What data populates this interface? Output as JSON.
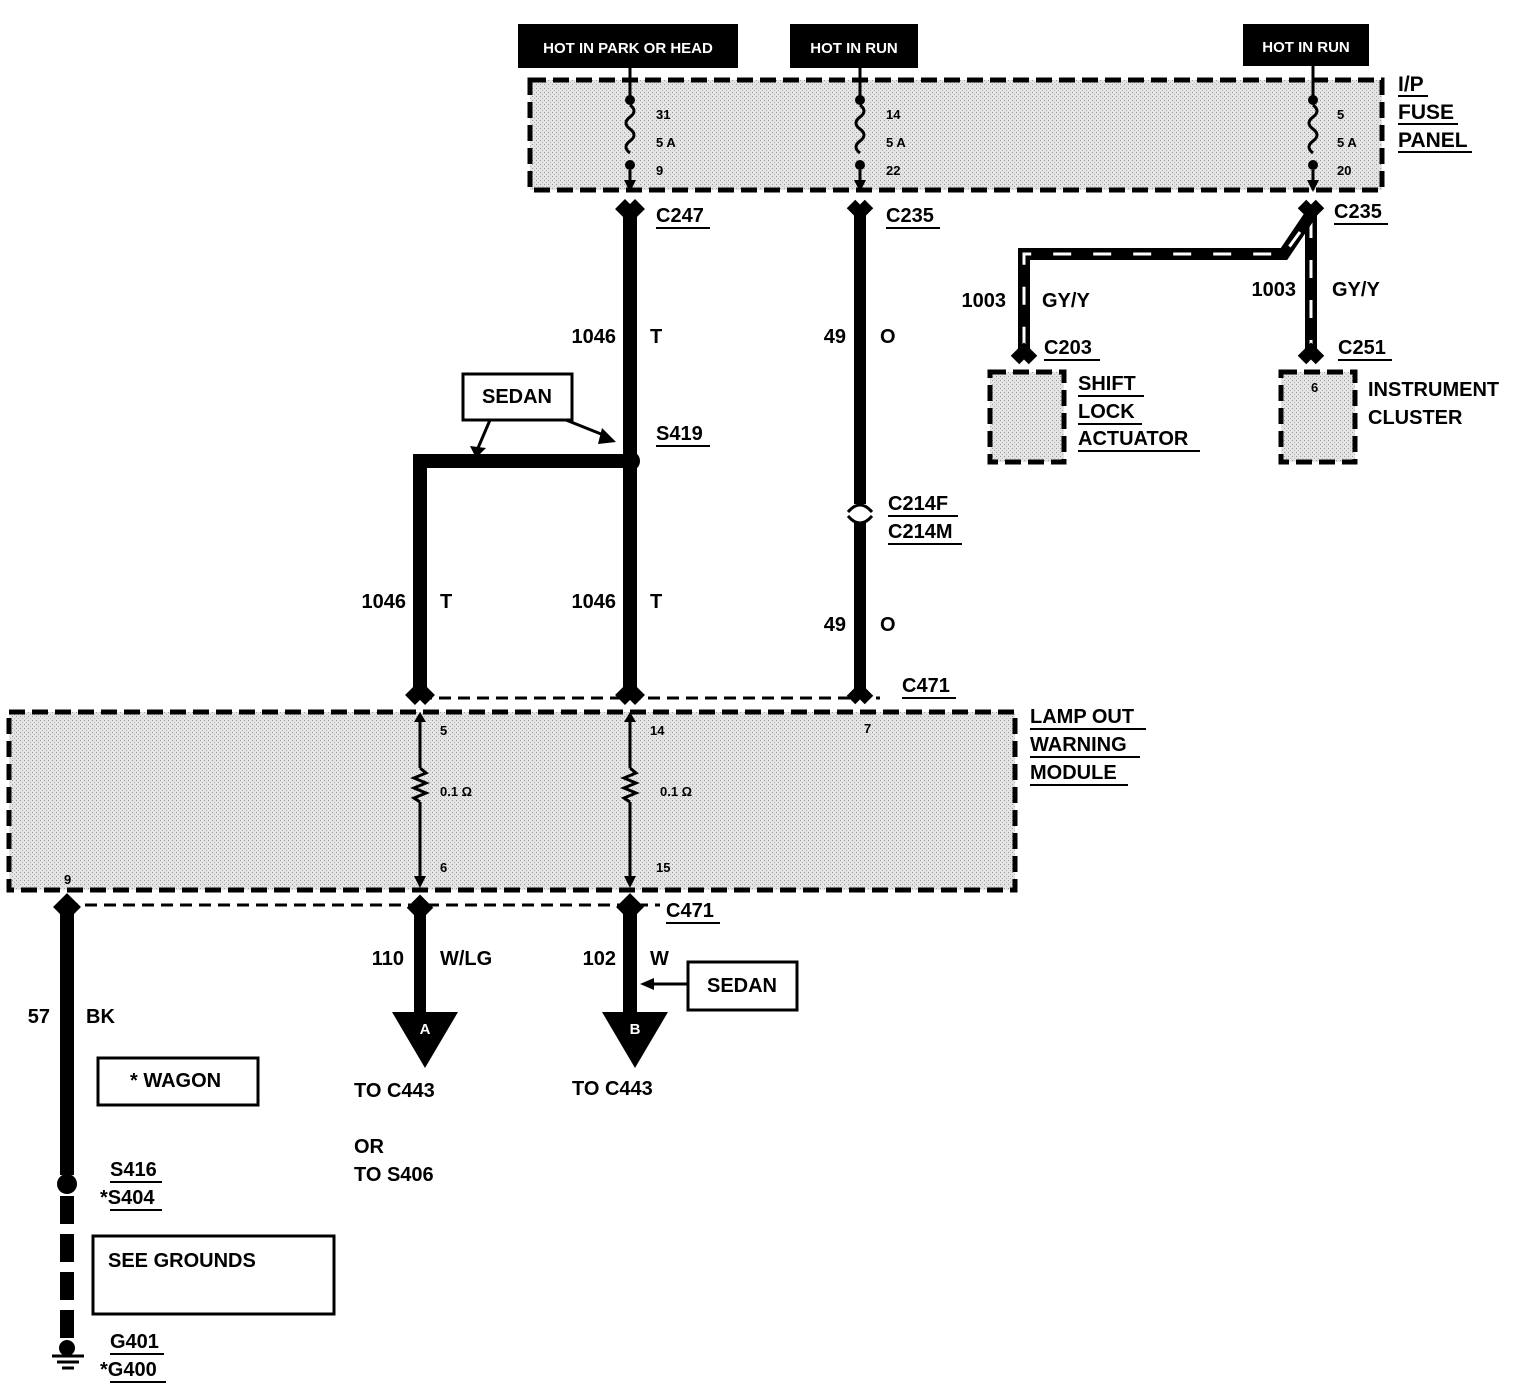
{
  "headers": {
    "park_head": "HOT IN PARK OR HEAD",
    "run_1": "HOT IN RUN",
    "run_2": "HOT IN RUN"
  },
  "fuse_panel": {
    "label_1": "I/P",
    "label_2": "FUSE",
    "label_3": "PANEL",
    "fuse_1": {
      "top": "31",
      "rating": "5 A",
      "bottom": "9"
    },
    "fuse_2": {
      "top": "14",
      "rating": "5 A",
      "bottom": "22"
    },
    "fuse_3": {
      "top": "5",
      "rating": "5 A",
      "bottom": "20"
    }
  },
  "connectors": {
    "c247": "C247",
    "c235_a": "C235",
    "c235_b": "C235",
    "c203": "C203",
    "c251": "C251",
    "c214f": "C214F",
    "c214m": "C214M",
    "c471_top": "C471",
    "c471_bottom": "C471"
  },
  "wires": {
    "w1046_top": {
      "number": "1046",
      "color": "T"
    },
    "w1046_left": {
      "number": "1046",
      "color": "T"
    },
    "w1046_right": {
      "number": "1046",
      "color": "T"
    },
    "w49_top": {
      "number": "49",
      "color": "O"
    },
    "w49_bottom": {
      "number": "49",
      "color": "O"
    },
    "w1003_left": {
      "number": "1003",
      "color": "GY/Y"
    },
    "w1003_right": {
      "number": "1003",
      "color": "GY/Y"
    },
    "w110": {
      "number": "110",
      "color": "W/LG"
    },
    "w102": {
      "number": "102",
      "color": "W"
    },
    "w57": {
      "number": "57",
      "color": "BK"
    }
  },
  "splices": {
    "s419": "S419",
    "s416": "S416",
    "s404": "*S404",
    "g401": "G401",
    "g400": "*G400"
  },
  "notes": {
    "sedan_top": "SEDAN",
    "sedan_bottom": "SEDAN",
    "wagon": "*  WAGON",
    "see_grounds": "SEE GROUNDS"
  },
  "components": {
    "shift_lock": {
      "line1": "SHIFT",
      "line2": "LOCK",
      "line3": "ACTUATOR"
    },
    "instrument_cluster": {
      "line1": "INSTRUMENT",
      "line2": "CLUSTER",
      "pin": "6"
    },
    "lamp_out": {
      "line1": "LAMP OUT",
      "line2": "WARNING",
      "line3": "MODULE"
    }
  },
  "module_pins": {
    "p5": "5",
    "p14": "14",
    "p7": "7",
    "p6": "6",
    "p15": "15",
    "p9": "9",
    "res_left": "0.1 Ω",
    "res_right": "0.1 Ω"
  },
  "terminals": {
    "a_letter": "A",
    "b_letter": "B",
    "a_dest": "TO C443",
    "a_or": "OR",
    "a_alt": "TO S406",
    "b_dest": "TO C443"
  }
}
